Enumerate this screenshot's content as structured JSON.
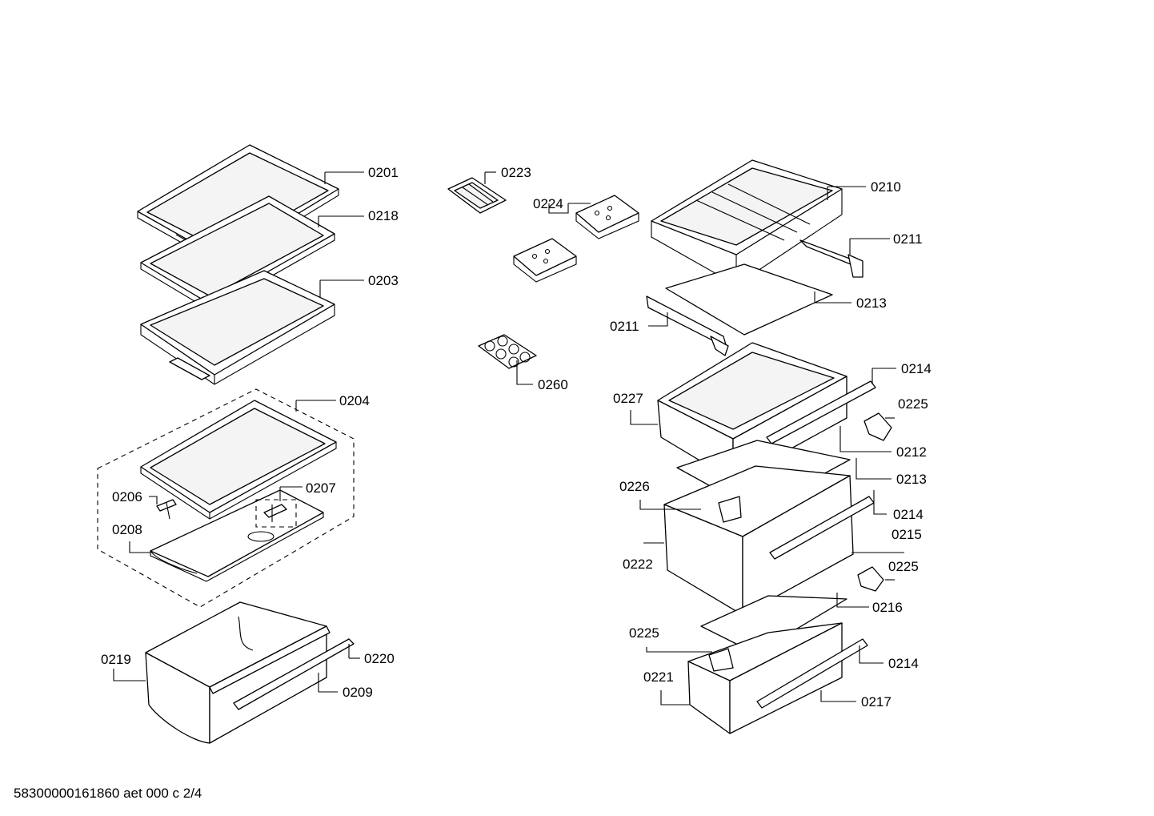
{
  "labels": {
    "l0201": "0201",
    "l0218": "0218",
    "l0203": "0203",
    "l0204": "0204",
    "l0206": "0206",
    "l0207": "0207",
    "l0208": "0208",
    "l0219": "0219",
    "l0220": "0220",
    "l0209": "0209",
    "l0223": "0223",
    "l0224": "0224",
    "l0260": "0260",
    "l0210": "0210",
    "l0211a": "0211",
    "l0213a": "0213",
    "l0211b": "0211",
    "l0214a": "0214",
    "l0227": "0227",
    "l0225a": "0225",
    "l0212": "0212",
    "l0213b": "0213",
    "l0226": "0226",
    "l0214b": "0214",
    "l0215": "0215",
    "l0222": "0222",
    "l0225b": "0225",
    "l0216": "0216",
    "l0225c": "0225",
    "l0214c": "0214",
    "l0221": "0221",
    "l0217": "0217"
  },
  "footer": "58300000161860 aet 000 c 2/4"
}
